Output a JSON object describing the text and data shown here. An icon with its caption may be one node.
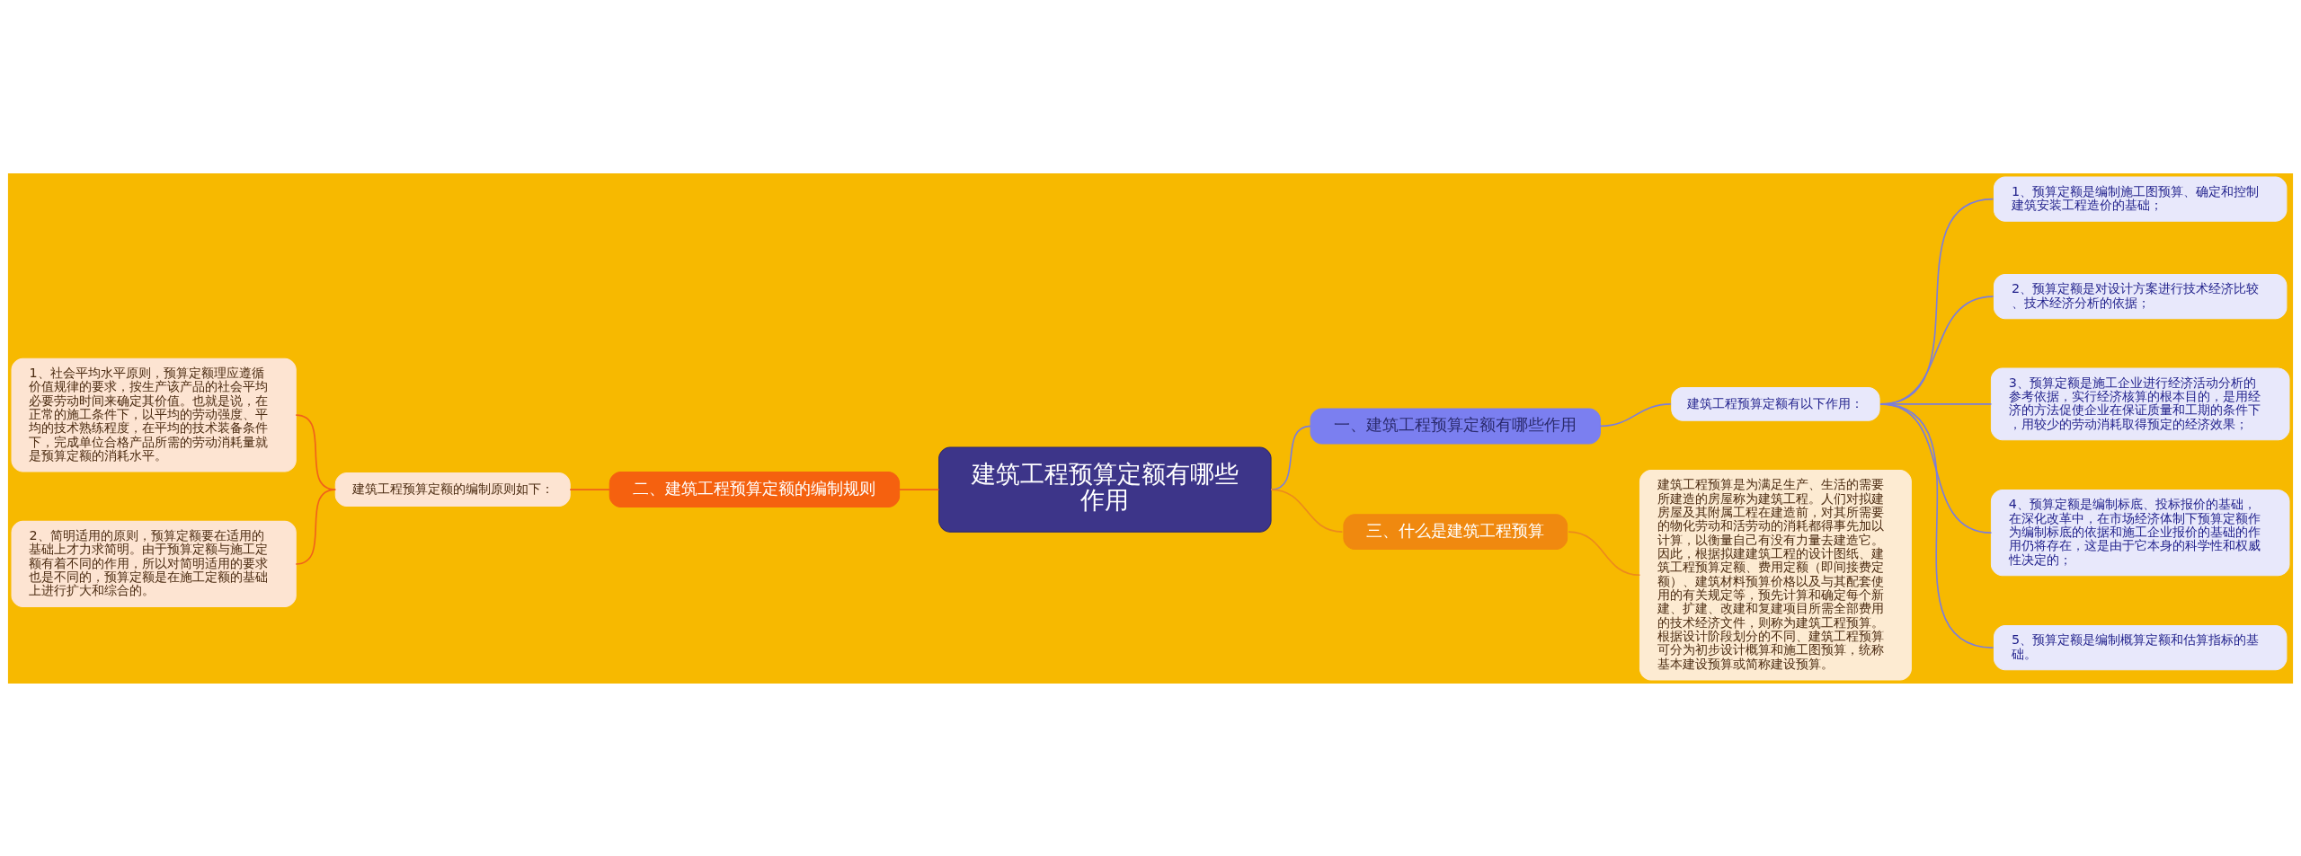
{
  "diagram": {
    "nodes": [
      {
        "text": [
          "建筑工程预算定额有哪些作用"
        ]
      },
      {
        "text": [
          "一、建筑工程预算定额有哪些作用"
        ]
      },
      {
        "text": [
          "建筑工程预算定额有以下作用："
        ]
      },
      {
        "text": [
          "1、预算定额是编制施工图预算、确定和控制建筑安装工程造价的基础；"
        ]
      },
      {
        "text": [
          "2、预算定额是对设计方案进行技术经济比较、技术经济分析的依据；"
        ]
      },
      {
        "text": [
          "3、预算定额是施工企业进行经济活动分析的参考依据，实行经济核算的根本目的，是用经济的方法促使企业在保证质量和工期的条件下，用较少的劳动消耗取得预定的经济效果；"
        ]
      },
      {
        "text": [
          "4、预算定额是编制标底、投标报价的基础，在深化改革中，在市场经济体制下预算定额作为编制标底的依据和施工企业报价的基础的作用仍将存在，这是由于它本身的科学性和权威性决定的；"
        ]
      },
      {
        "text": [
          "5、预算定额是编制概算定额和估算指标的基础。"
        ]
      },
      {
        "text": [
          "二、建筑工程预算定额的编制规则"
        ]
      },
      {
        "text": [
          "建筑工程预算定额的编制原则如下："
        ]
      },
      {
        "text": [
          "1、社会平均水平原则，预算定额理应遵循价值规律的要求，按生产该产品的社会平均必要劳动时间来确定其价值。也就是说，在正常的施工条件下，以平均的劳动强度、平均的技术熟练程度，在平均的技术装备条件下，完成单位合格产品所需的劳动消耗量就是预算定额的消耗水平。"
        ]
      },
      {
        "text": [
          "2、简明适用的原则，预算定额要在适用的基础上才力求简明。由于预算定额与施工定额有着不同的作用，所以对简明适用的要求也是不同的，预算定额是在施工定额的基础上进行扩大和综合的。"
        ]
      },
      {
        "text": [
          "三、什么是建筑工程预算"
        ]
      },
      {
        "text": [
          "建筑工程预算是为满足生产、生活的需要所建造的房屋称为建筑工程。人们对拟建房屋及其附属工程在建造前，对其所需要的物化劳动和活劳动的消耗都得事先加以计算，以衡量自己有没有力量去建造它。因此，根据拟建建筑工程的设计图纸、建筑工程预算定额、费用定额（即间接费定额）、建筑材料预算价格以及与其配套使用的有关规定等，预先计算和确定每个新建、扩建、改建和复建项目所需全部费用的技术经济文件，则称为建筑工程预算。根据设计阶段划分的不同、建筑工程预算可分为初步设计概算和施工图预算，统称基本建设预算或简称建设预算。"
        ]
      }
    ],
    "edges": [
      {
        "from": 0,
        "to": 1,
        "arrow": "none"
      },
      {
        "from": 1,
        "to": 2,
        "arrow": "none"
      },
      {
        "from": 2,
        "to": 3,
        "arrow": "none"
      },
      {
        "from": 2,
        "to": 4,
        "arrow": "none"
      },
      {
        "from": 2,
        "to": 5,
        "arrow": "none"
      },
      {
        "from": 2,
        "to": 6,
        "arrow": "none"
      },
      {
        "from": 2,
        "to": 7,
        "arrow": "none"
      },
      {
        "from": 0,
        "to": 8,
        "arrow": "none",
        "color": "#f0621a"
      },
      {
        "from": 8,
        "to": 9,
        "arrow": "none",
        "color": "#f0621a"
      },
      {
        "from": 9,
        "to": 10,
        "arrow": "none",
        "color": "#f0621a"
      },
      {
        "from": 9,
        "to": 11,
        "arrow": "none",
        "color": "#f0621a"
      },
      {
        "from": 0,
        "to": 12,
        "arrow": "none",
        "color": "#ec8a1c"
      },
      {
        "from": 12,
        "to": 13,
        "arrow": "none",
        "color": "#ec8a1c"
      }
    ]
  }
}
